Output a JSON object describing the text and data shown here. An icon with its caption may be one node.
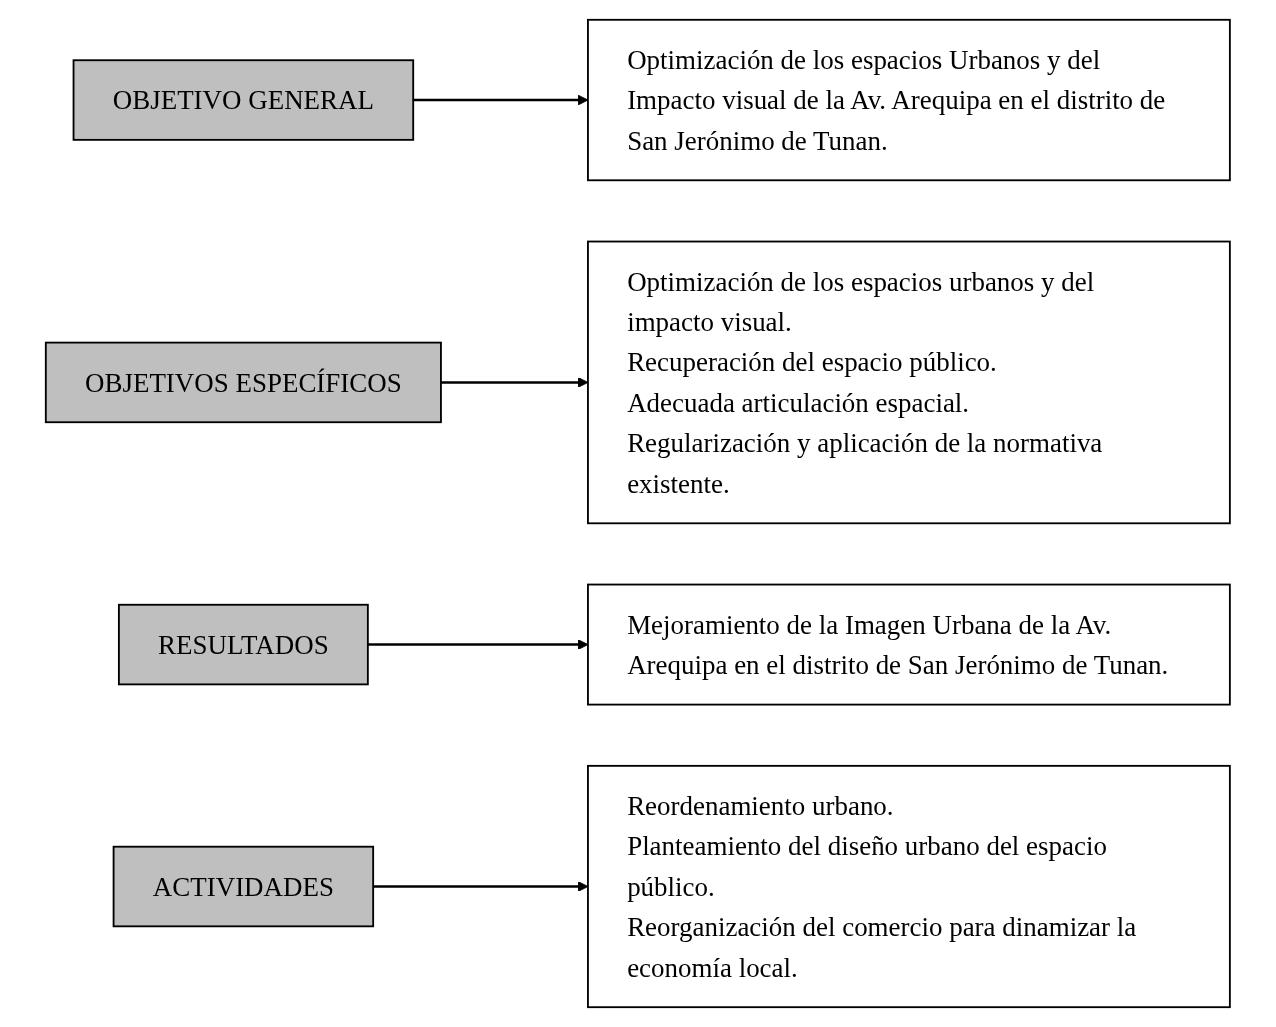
{
  "diagram": {
    "nodes": [
      {
        "text": [
          "OBJETIVO GENERAL"
        ]
      },
      {
        "text": [
          "Optimización de los espacios Urbanos y del Impacto visual de la Av. Arequipa en el distrito de San Jerónimo de Tunan."
        ]
      },
      {
        "text": [
          "OBJETIVOS ESPECÍFICOS"
        ]
      },
      {
        "text": [
          "Optimización de los espacios urbanos y del impacto visual.",
          "Recuperación del espacio público.",
          "Adecuada articulación espacial.",
          "Regularización y aplicación de la normativa existente."
        ]
      },
      {
        "text": [
          "RESULTADOS"
        ]
      },
      {
        "text": [
          "Mejoramiento de la Imagen Urbana de la Av. Arequipa en el distrito de San Jerónimo de Tunan."
        ]
      },
      {
        "text": [
          "ACTIVIDADES"
        ]
      },
      {
        "text": [
          "Reordenamiento urbano.",
          "Planteamiento del diseño urbano del espacio público.",
          "Reorganización del comercio para dinamizar la economía local."
        ]
      }
    ],
    "edges": [
      {
        "from": 0,
        "to": 1,
        "arrow": "to"
      },
      {
        "from": 2,
        "to": 3,
        "arrow": "to"
      },
      {
        "from": 4,
        "to": 5,
        "arrow": "to"
      },
      {
        "from": 6,
        "to": 7,
        "arrow": "to"
      }
    ]
  }
}
